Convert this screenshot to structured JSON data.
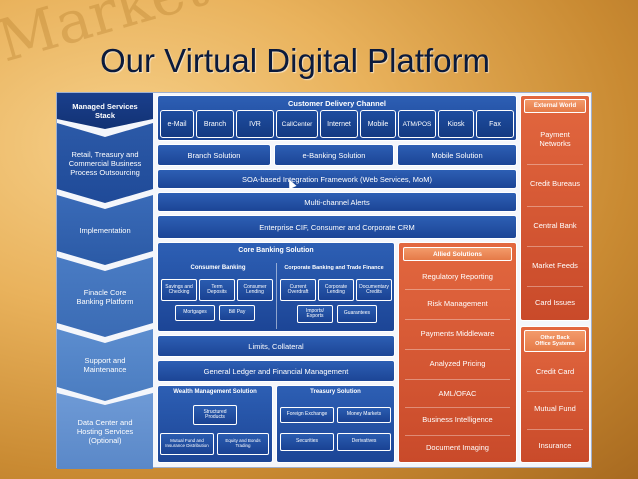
{
  "title": "Our Virtual Digital Platform",
  "background_text": "Market Close",
  "stack": {
    "header": "Managed Services\nStack",
    "layers": [
      "Retail, Treasury and\nCommercial Business\nProcess Outsourcing",
      "Implementation",
      "Finacle Core\nBanking Platform",
      "Support and\nMaintenance",
      "Data Center and\nHosting Services\n(Optional)"
    ]
  },
  "customer_delivery": {
    "header": "Customer Delivery Channel",
    "channels": [
      "e-Mail",
      "Branch",
      "IVR",
      "CallCenter",
      "Internet",
      "Mobile",
      "ATM/POS",
      "Kiosk",
      "Fax"
    ]
  },
  "solutions": {
    "branch": "Branch Solution",
    "ebanking": "e-Banking Solution",
    "mobile": "Mobile Solution"
  },
  "soa": "SOA-based Integration Framework (Web Services, MoM)",
  "alerts": "Multi-channel Alerts",
  "cif": "Enterprise CIF, Consumer and Corporate CRM",
  "core": {
    "header": "Core Banking Solution",
    "consumer": {
      "header": "Consumer Banking",
      "items": [
        "Savings and\nChecking",
        "Term\nDeposits",
        "Consumer\nLending",
        "Mortgages",
        "Bill Pay"
      ]
    },
    "corporate": {
      "header": "Corporate Banking and Trade Finance",
      "items": [
        "Current\nOverdraft",
        "Corporate\nLending",
        "Documentary\nCredits",
        "Imports/\nExports",
        "Guarantees"
      ]
    }
  },
  "limits": "Limits, Collateral",
  "ledger": "General Ledger and Financial Management",
  "wealth": {
    "header": "Wealth Management Solution",
    "items": [
      "Structured\nProducts",
      "Mutual Fund and\nInsurance Distribution",
      "Equity and Bonds\nTrading"
    ]
  },
  "treasury": {
    "header": "Treasury Solution",
    "items": [
      "Foreign Exchange",
      "Money Markets",
      "Securities",
      "Derivatives"
    ]
  },
  "allied": {
    "header": "Allied Solutions",
    "items": [
      "Regulatory Reporting",
      "Risk Management",
      "Payments Middleware",
      "Analyzed Pricing",
      "AML/OFAC",
      "Business Intelligence",
      "Document Imaging"
    ]
  },
  "external": {
    "header": "External World",
    "items": [
      "Payment\nNetworks",
      "Credit Bureaus",
      "Central Bank",
      "Market Feeds",
      "Card Issues"
    ]
  },
  "back_office": {
    "header": "Other Back\nOffice Systems",
    "items": [
      "Credit Card",
      "Mutual Fund",
      "Insurance"
    ]
  },
  "colors": {
    "navy": "#1c4596",
    "orange": "#d2552f",
    "title": "#0b1a3c"
  }
}
